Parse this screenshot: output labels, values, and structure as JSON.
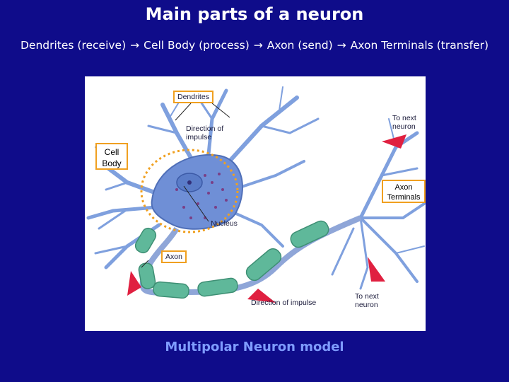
{
  "title": "Main parts of a neuron",
  "flow": {
    "step1": "Dendrites (receive)",
    "step2": "Cell Body (process)",
    "step3": "Axon (send)",
    "step4": "Axon Terminals (transfer)",
    "arrow": "→"
  },
  "figure": {
    "dendrites_label": "Dendrites",
    "direction_label": "Direction of impulse",
    "to_next_neuron_top": "To next neuron",
    "nucleus_label": "Nucleus",
    "axon_label": "Axon",
    "direction_bottom": "Direction of impulse",
    "to_next_neuron_bottom": "To next neuron"
  },
  "callouts": {
    "cell_body": "Cell Body",
    "axon_terminals": "Axon Terminals"
  },
  "caption": "Multipolar Neuron model",
  "colors": {
    "background": "#0f0c8a",
    "caption": "#7f9cff",
    "callout_border": "#f0a020",
    "neuron_body": "#6f8fd6",
    "axon_segment": "#5fb89a",
    "impulse_arrow": "#e02040"
  }
}
